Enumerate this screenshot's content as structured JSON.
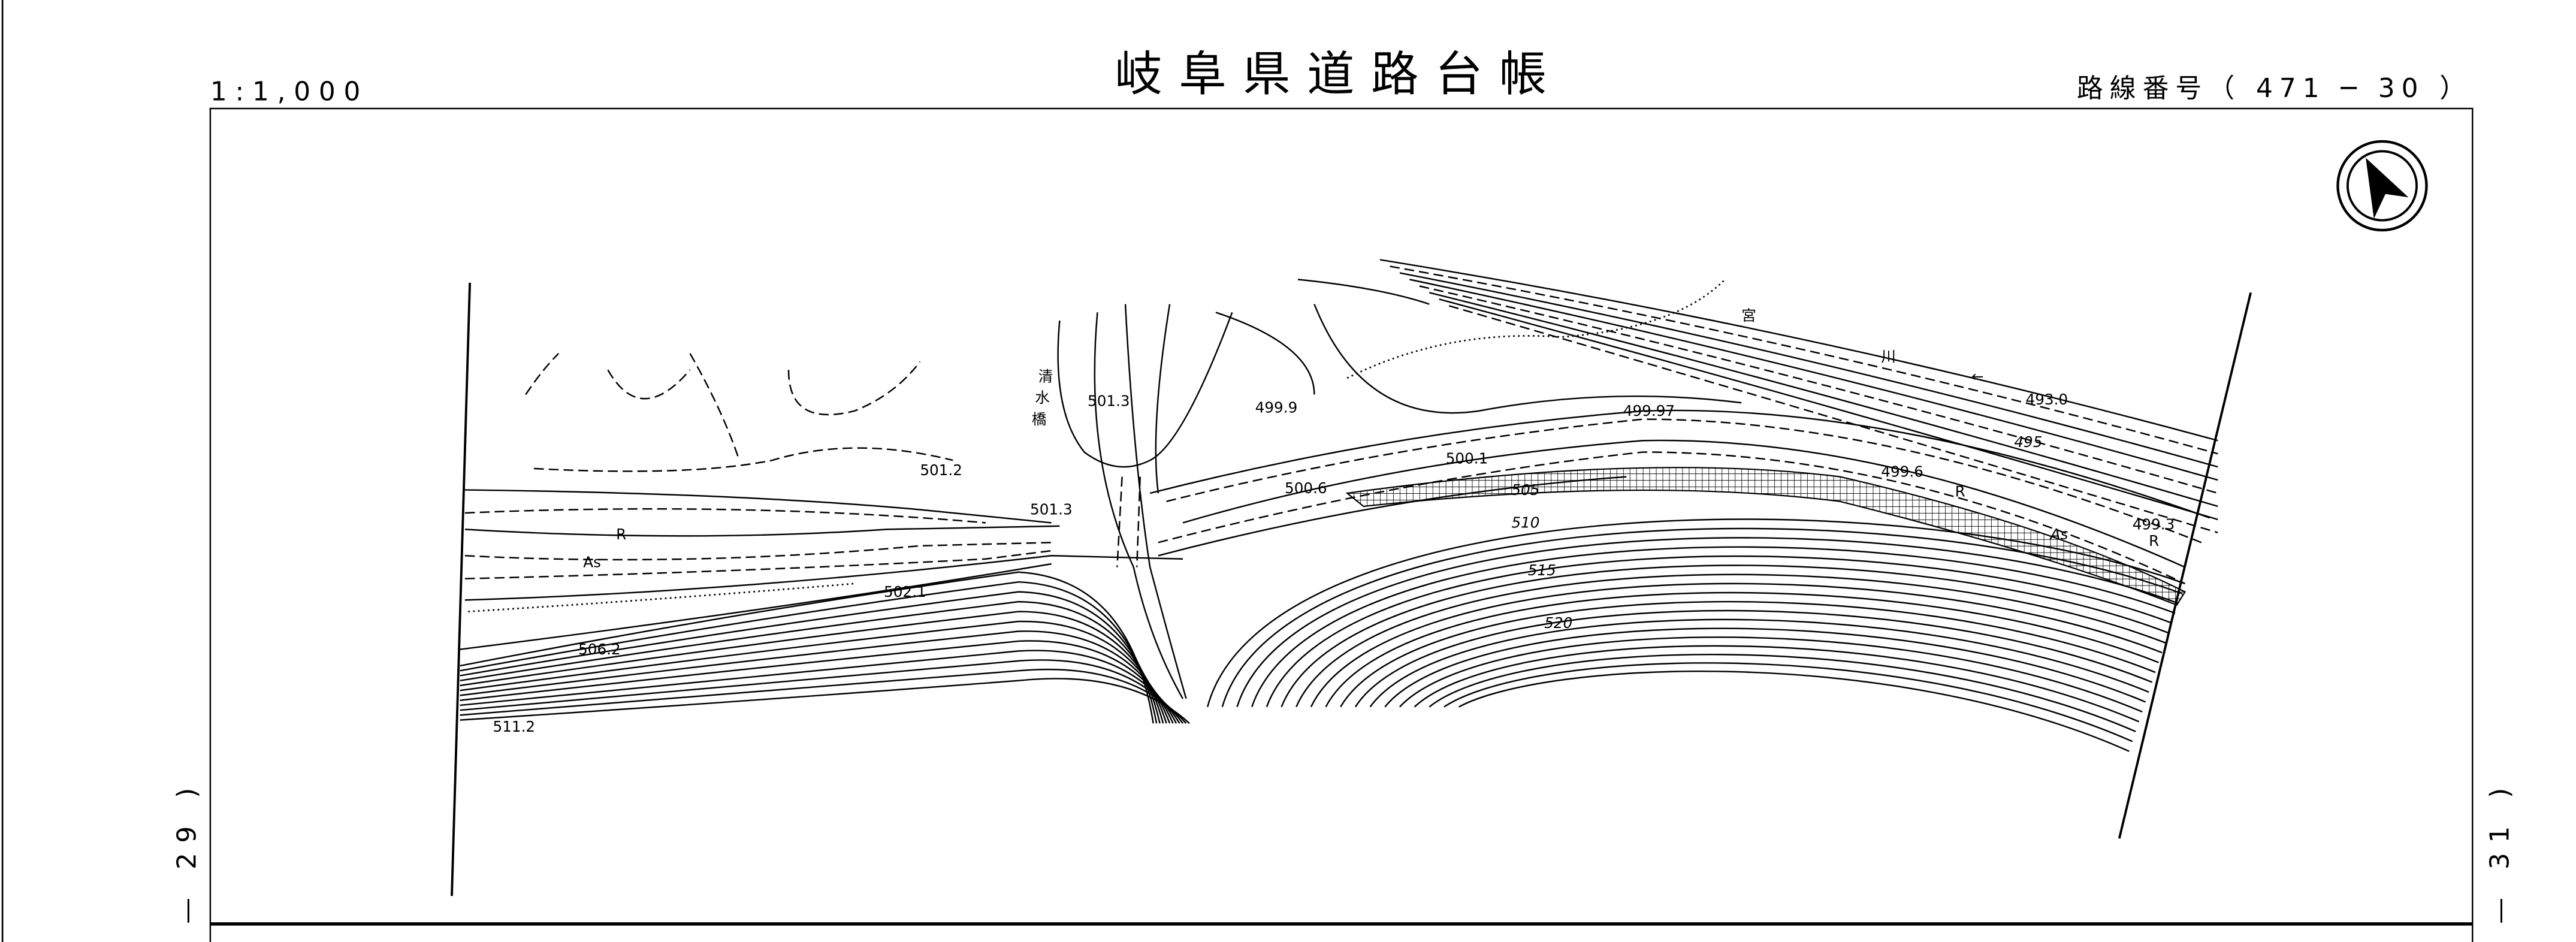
{
  "header": {
    "scale": "1:1,000",
    "title": "岐阜県道路台帳",
    "route_number": "路線番号（ 471 ─ 30 ）"
  },
  "side_labels": {
    "previous_sheet": "— 29 )",
    "next_sheet": "— 31 )"
  },
  "map": {
    "north_arrow": "north-arrow-icon",
    "river_name": [
      "宮",
      "川"
    ],
    "bridge_name": [
      "清",
      "水",
      "橋"
    ],
    "flow_arrow": "←",
    "surface_labels": [
      "R",
      "As",
      "R",
      "As",
      "R"
    ],
    "elevations": [
      "501.3",
      "499.9",
      "499.97",
      "493.0",
      "495",
      "500.1",
      "499.6",
      "501.2",
      "501.3",
      "500.6",
      "499.3",
      "505",
      "510",
      "515",
      "520",
      "502.1",
      "506.2",
      "511.2"
    ]
  }
}
